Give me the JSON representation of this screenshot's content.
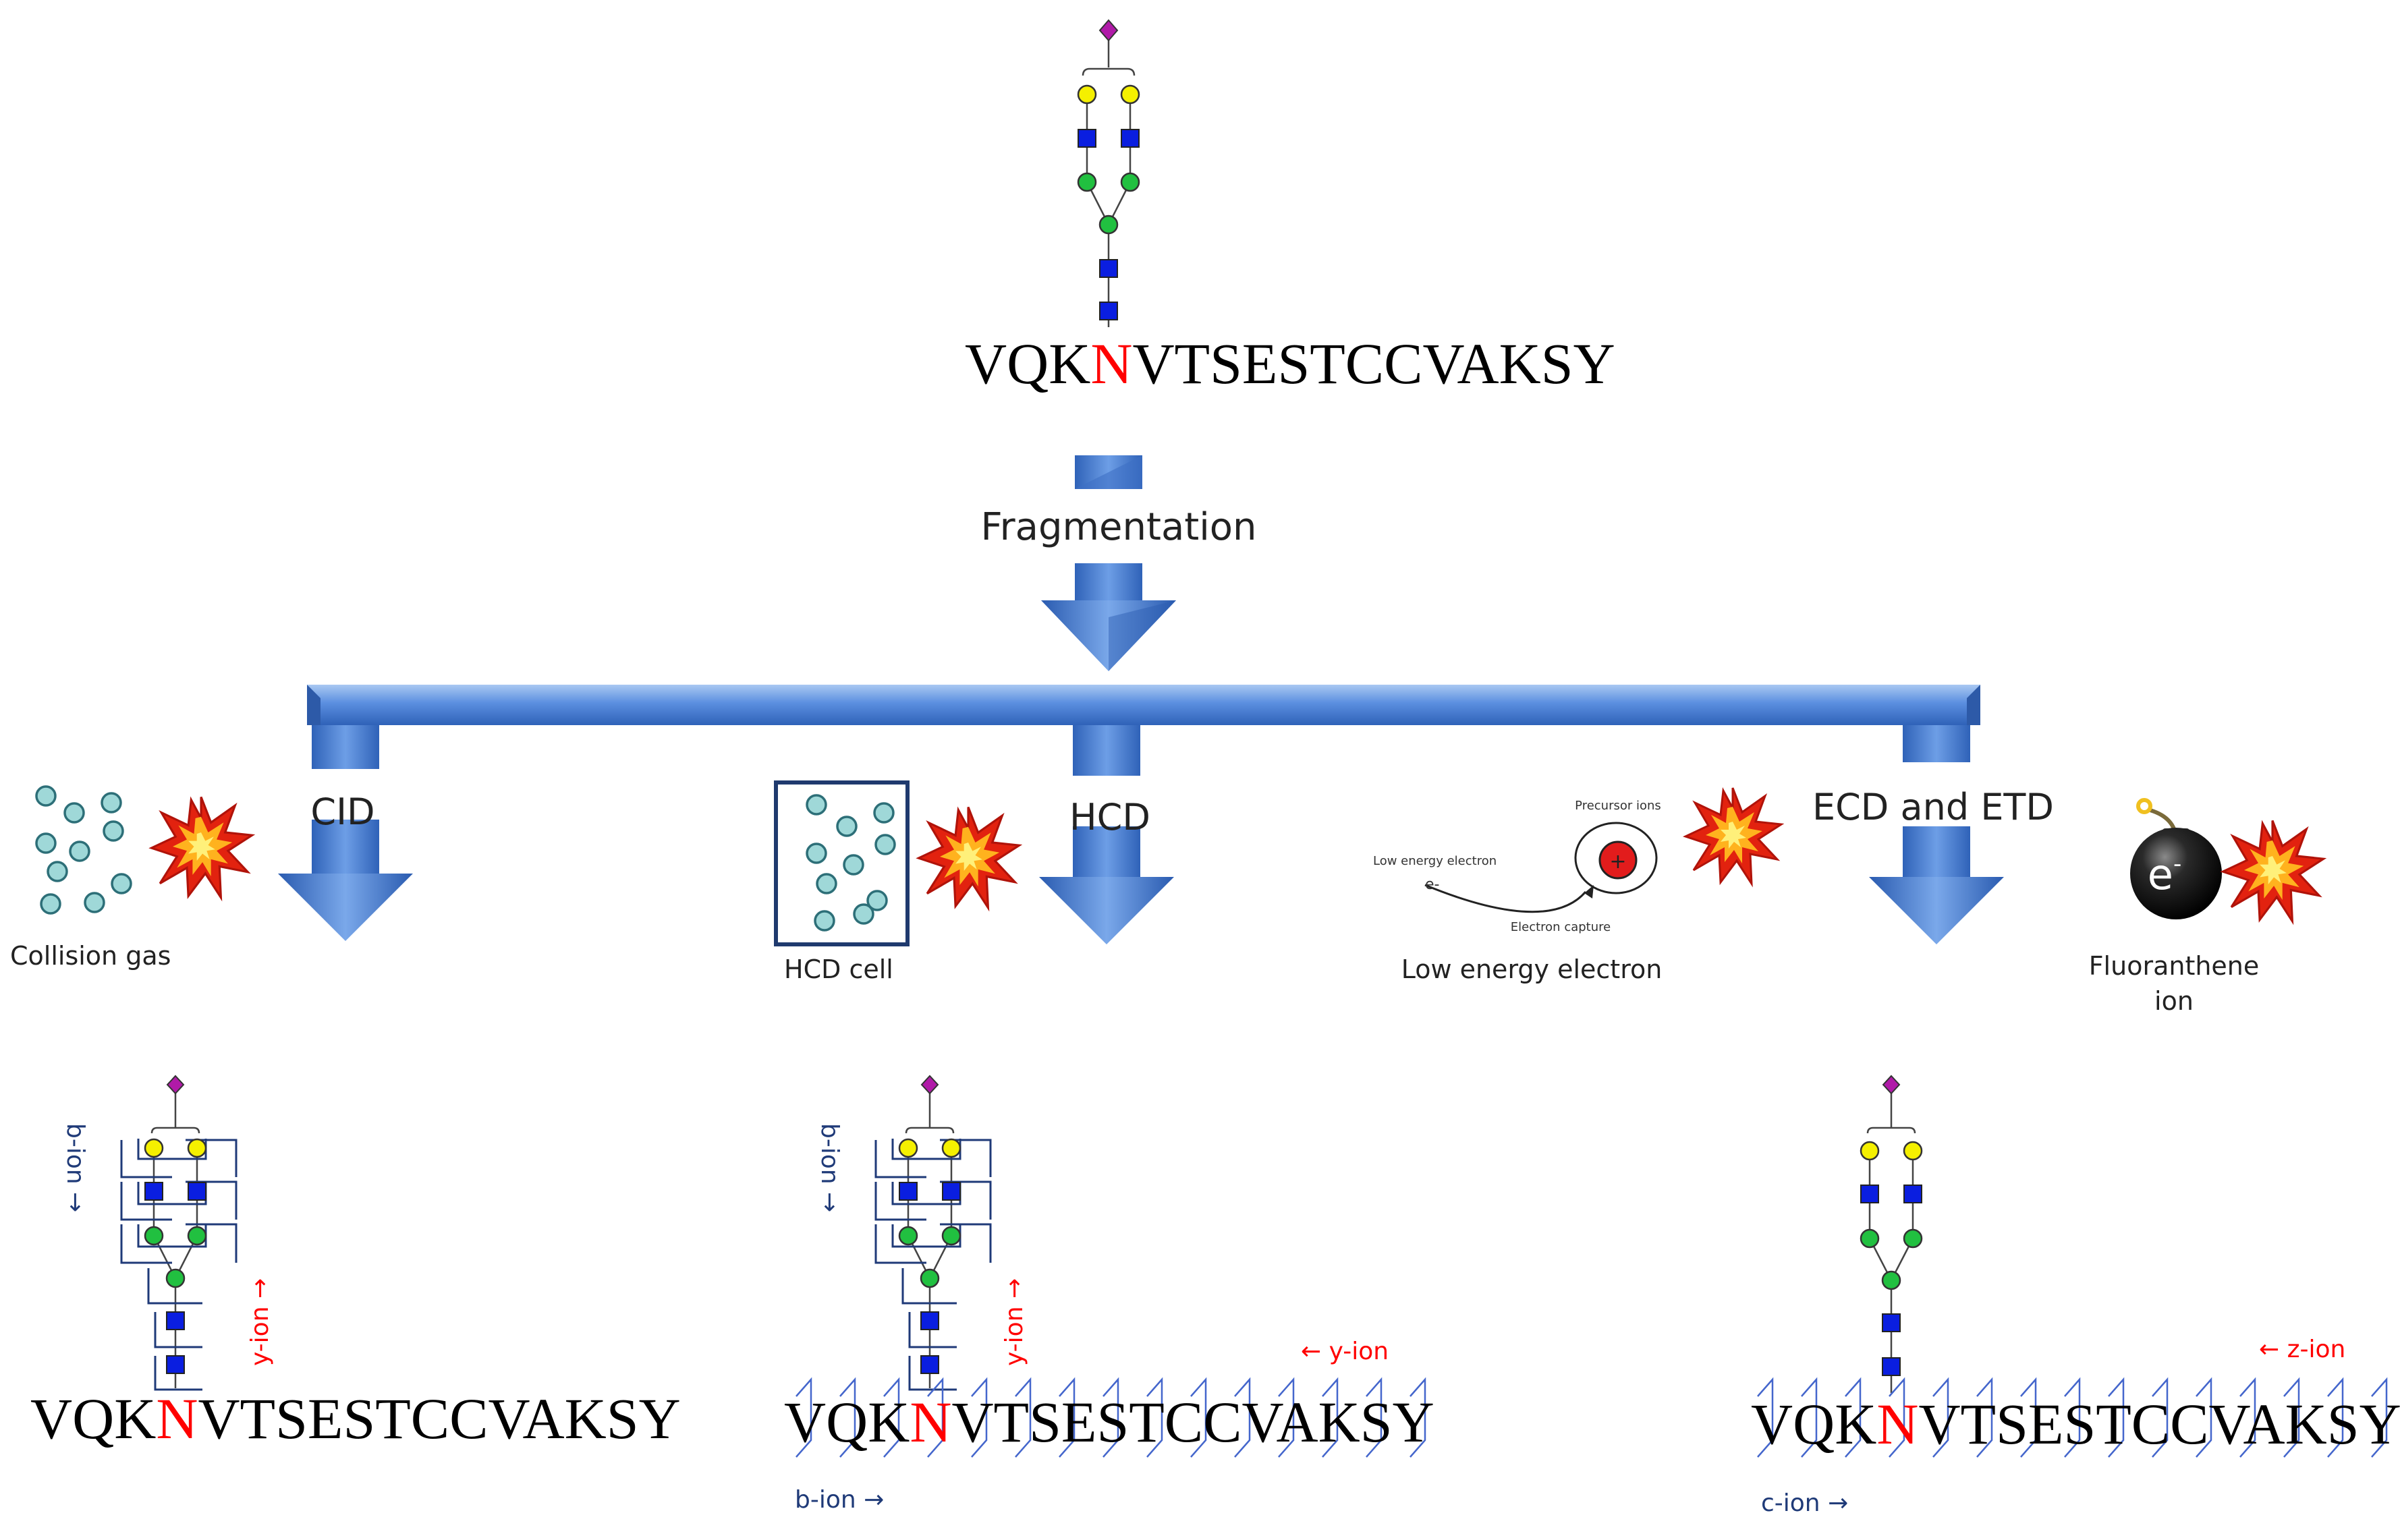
{
  "peptide": {
    "pre": "VQK",
    "site": "N",
    "post": "VTSESTCCVAKSY",
    "letters": [
      "V",
      "Q",
      "K",
      "N",
      "V",
      "T",
      "S",
      "E",
      "S",
      "T",
      "C",
      "C",
      "V",
      "A",
      "K",
      "S",
      "Y"
    ]
  },
  "labels": {
    "fragmentation": "Fragmentation",
    "cid": "CID",
    "hcd": "HCD",
    "ecd_etd": "ECD and ETD",
    "collision_gas": "Collision gas",
    "hcd_cell": "HCD cell",
    "low_energy_electron": "Low energy electron",
    "precursor_ions": "Precursor ions",
    "low_energy_electron_small": "Low energy electron",
    "electron_capture": "Electron capture",
    "e_minus": "e-",
    "plus": "+",
    "fluoranthene_line1": "Fluoranthene",
    "fluoranthene_line2": "ion",
    "bomb_e": "e",
    "bomb_sup": "-"
  },
  "ions": {
    "b_ion_vertical": "b-ion →",
    "y_ion_vertical": "y-ion →",
    "y_ion": "← y-ion",
    "b_ion": "b-ion →",
    "z_ion": "← z-ion",
    "c_ion": "c-ion →"
  },
  "colors": {
    "arrow_blue": "#4a7fd4",
    "glycan_blue_square": "#0a1ee0",
    "galactose_yellow": "#f5f000",
    "mannose_green": "#21c040",
    "sialic_purple": "#b01aa8",
    "site_red": "#ff0000",
    "cleavage_navy": "#1f3a78",
    "fragment_line_blue": "#4466cc",
    "gas_circle": "#9fd8d8"
  },
  "icons": {
    "explosion": "starburst-icon",
    "bomb": "bomb-icon",
    "gas": "gas-molecule-icon"
  }
}
